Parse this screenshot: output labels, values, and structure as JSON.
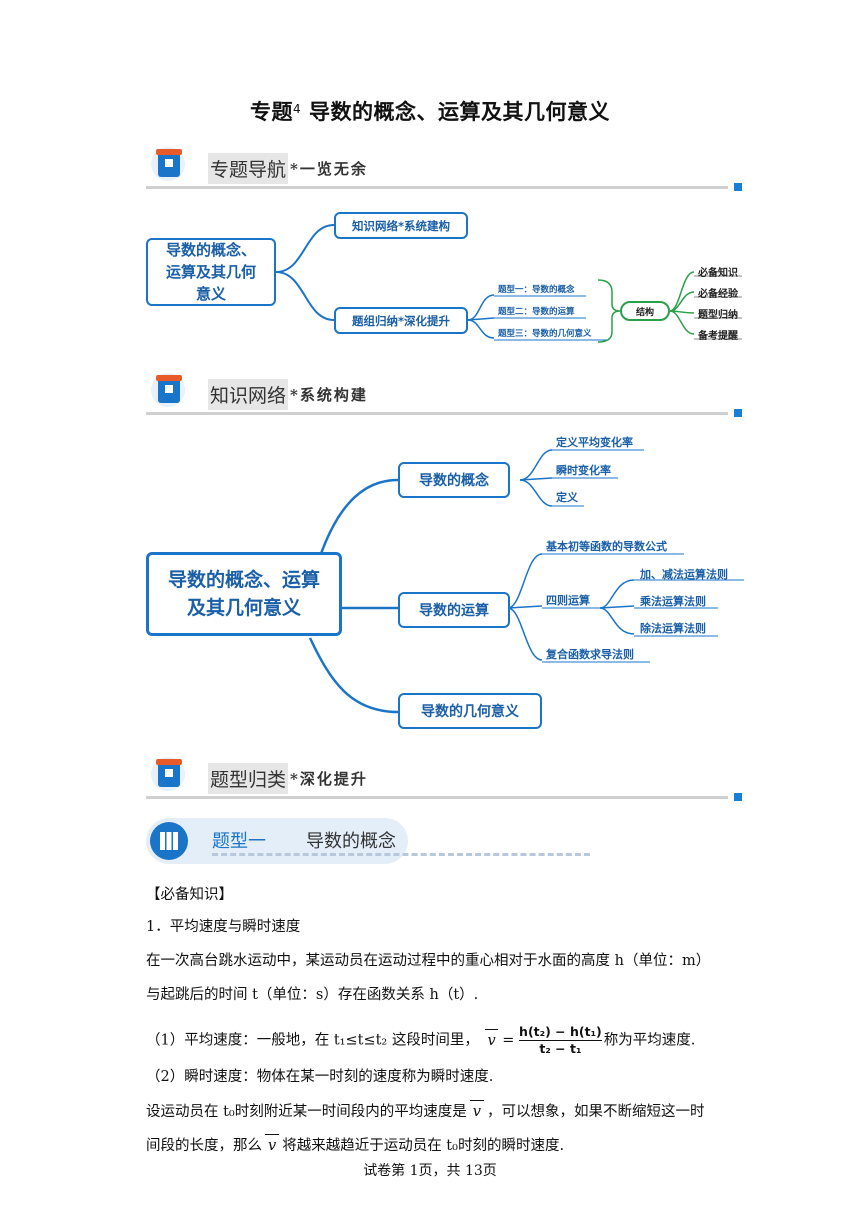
{
  "page_title": {
    "main": "专题",
    "num": "4",
    "rest": "导数的概念、运算及其几何意义"
  },
  "sections": {
    "nav": {
      "head": "专题导航",
      "sub": "*一览无余"
    },
    "network": {
      "head": "知识网络",
      "sub": "*系统构建"
    },
    "types": {
      "head": "题型归类",
      "sub": "*深化提升"
    }
  },
  "nav_map": {
    "root": "导数的概念、运算及其几何意义",
    "branch1": "知识网络*系统建构",
    "branch2": "题组归纳*深化提升",
    "types": [
      "题型一：导数的概念",
      "题型二：导数的运算",
      "题型三：导数的几何意义"
    ],
    "structure": "结构",
    "leaves": [
      "必备知识",
      "必备经验",
      "题型归纳",
      "备考提醒"
    ]
  },
  "net_map": {
    "root": "导数的概念、运算及其几何意义",
    "concept": "导数的概念",
    "concept_items": [
      "定义平均变化率",
      "瞬时变化率",
      "定义"
    ],
    "operation": "导数的运算",
    "op_items": [
      "基本初等函数的导数公式",
      "四则运算",
      "复合函数求导法则"
    ],
    "rules": [
      "加、减法运算法则",
      "乘法运算法则",
      "除法运算法则"
    ],
    "geometry": "导数的几何意义"
  },
  "type_banner": {
    "label": "题型一",
    "title": "导数的概念"
  },
  "content": {
    "heading": "【必备知识】",
    "p1": "1．平均速度与瞬时速度",
    "p2": "在一次高台跳水运动中，某运动员在运动过程中的重心相对于水面的高度 h（单位：m）",
    "p3": "与起跳后的时间 t（单位：s）存在函数关系 h（t）.",
    "p4a": "（1）平均速度：一般地，在 t₁≤t≤t₂ 这段时间里，",
    "p4_num": "h(t₂) − h(t₁)",
    "p4_den": "t₂ − t₁",
    "p4b": "称为平均速度.",
    "p5": "（2）瞬时速度：物体在某一时刻的速度称为瞬时速度.",
    "p6a": "设运动员在 t₀时刻附近某一时间段内的平均速度是",
    "p6b": "，可以想象，如果不断缩短这一时",
    "p7a": "间段的长度，那么",
    "p7b": "将越来越趋近于运动员在 t₀时刻的瞬时速度.",
    "v_symbol": "v"
  },
  "footer": "试卷第 1页，共 13页"
}
